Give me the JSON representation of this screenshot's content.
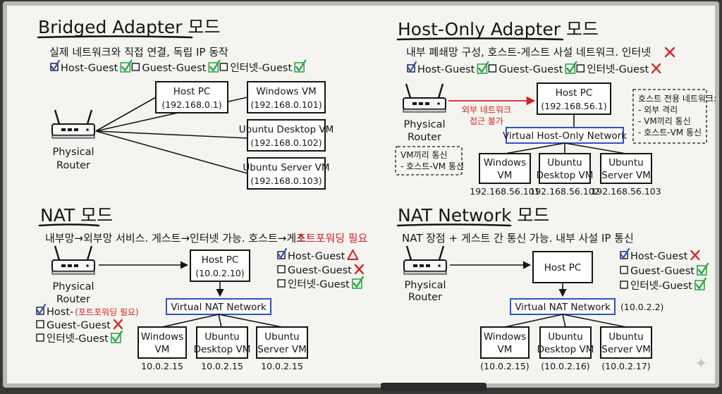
{
  "colors": {
    "board": "#f4f4f0",
    "frame": "#b9b9b4",
    "ink": "#151515",
    "blue_check": "#2e55c4",
    "green_check": "#2fa64a",
    "red": "#d42222",
    "network_box": "#2b53c7"
  },
  "bridged": {
    "title": "Bridged Adapter 모드",
    "desc": "실제 네트워크와 직접 연결, 독립 IP 동작",
    "checks": [
      {
        "label": "Host-Guest",
        "box": "checked",
        "mark": "check"
      },
      {
        "label": "Guest-Guest",
        "box": "empty",
        "mark": "check"
      },
      {
        "label": "인터넷-Guest",
        "box": "empty",
        "mark": "check"
      }
    ],
    "router_label": [
      "Physical",
      "Router"
    ],
    "host": {
      "name": "Host PC",
      "ip": "(192.168.0.1)"
    },
    "vms": [
      {
        "name": "Windows VM",
        "ip": "(192.168.0.101)"
      },
      {
        "name": "Ubuntu Desktop VM",
        "ip": "(192.168.0.102)"
      },
      {
        "name": "Ubuntu Server VM",
        "ip": "(192.168.0.103)"
      }
    ]
  },
  "hostonly": {
    "title": "Host-Only Adapter 모드",
    "desc": "내부 폐쇄망 구성, 호스트-게스트 사설 네트워크. 인터넷",
    "checks": [
      {
        "label": "Host-Guest",
        "box": "checked",
        "mark": "check"
      },
      {
        "label": "Guest-Guest",
        "box": "empty",
        "mark": "check"
      },
      {
        "label": "인터넷-Guest",
        "box": "empty",
        "mark": "cross"
      }
    ],
    "router_label": [
      "Physical",
      "Router"
    ],
    "blocked": [
      "외부 네트워크",
      "접근 불가"
    ],
    "host": {
      "name": "Host PC",
      "ip": "(192.168.56.1)"
    },
    "network": "Virtual Host-Only Network",
    "note_right": [
      "호스트 전용 네트워크:",
      "- 외부 격리",
      "- VM끼리 통신",
      "- 호스트-VM 통신"
    ],
    "note_left": [
      "VM끼리 통신",
      "- 호스트-VM 통신"
    ],
    "vms": [
      {
        "name": [
          "Windows",
          "VM"
        ],
        "ip": "192.168.56.101"
      },
      {
        "name": [
          "Ubuntu",
          "Desktop VM"
        ],
        "ip": "192.168.56.102"
      },
      {
        "name": [
          "Ubuntu",
          "Server VM"
        ],
        "ip": "192.168.56.103"
      }
    ]
  },
  "nat": {
    "title": "NAT 모드",
    "desc": "내부망→외부망 서비스. 게스트→인터넷 가능. 호스트→게스트",
    "desc_red": "포트포워딩 필요",
    "router_label": [
      "Physical",
      "Router"
    ],
    "host": {
      "name": "Host PC",
      "ip": "(10.0.2.10)"
    },
    "network": "Virtual NAT Network",
    "checks_right": [
      {
        "label": "Host-Guest",
        "box": "checked",
        "mark": "triangle"
      },
      {
        "label": "Guest-Guest",
        "box": "empty",
        "mark": "cross"
      },
      {
        "label": "인터넷-Guest",
        "box": "empty",
        "mark": "check"
      }
    ],
    "checks_left": [
      {
        "label": "Host-",
        "red": "(포트포워딩 필요)",
        "box": "checked",
        "mark": "none"
      },
      {
        "label": "Guest-Guest",
        "box": "empty",
        "mark": "cross"
      },
      {
        "label": "인터넷-Guest",
        "box": "empty",
        "mark": "check"
      }
    ],
    "vms": [
      {
        "name": [
          "Windows",
          "VM"
        ],
        "ip": "10.0.2.15"
      },
      {
        "name": [
          "Ubuntu",
          "Desktop VM"
        ],
        "ip": "10.0.2.15"
      },
      {
        "name": [
          "Ubuntu",
          "Server VM"
        ],
        "ip": "10.0.2.15"
      }
    ]
  },
  "natnet": {
    "title": "NAT Network 모드",
    "desc": "NAT 장점 + 게스트 간 통신 가능. 내부 사설 IP 통신",
    "router_label": [
      "Physical",
      "Router"
    ],
    "host": {
      "name": "Host PC"
    },
    "network": "Virtual NAT Network",
    "network_ip": "(10.0.2.2)",
    "checks": [
      {
        "label": "Host-Guest",
        "box": "checked",
        "mark": "cross"
      },
      {
        "label": "Guest-Guest",
        "box": "empty",
        "mark": "check"
      },
      {
        "label": "인터넷-Guest",
        "box": "empty",
        "mark": "check"
      }
    ],
    "vms": [
      {
        "name": [
          "Windows",
          "VM"
        ],
        "ip": "(10.0.2.15)"
      },
      {
        "name": [
          "Ubuntu",
          "Desktop VM"
        ],
        "ip": "(10.0.2.16)"
      },
      {
        "name": [
          "Ubuntu",
          "Server VM"
        ],
        "ip": "(10.0.2.17)"
      }
    ]
  }
}
